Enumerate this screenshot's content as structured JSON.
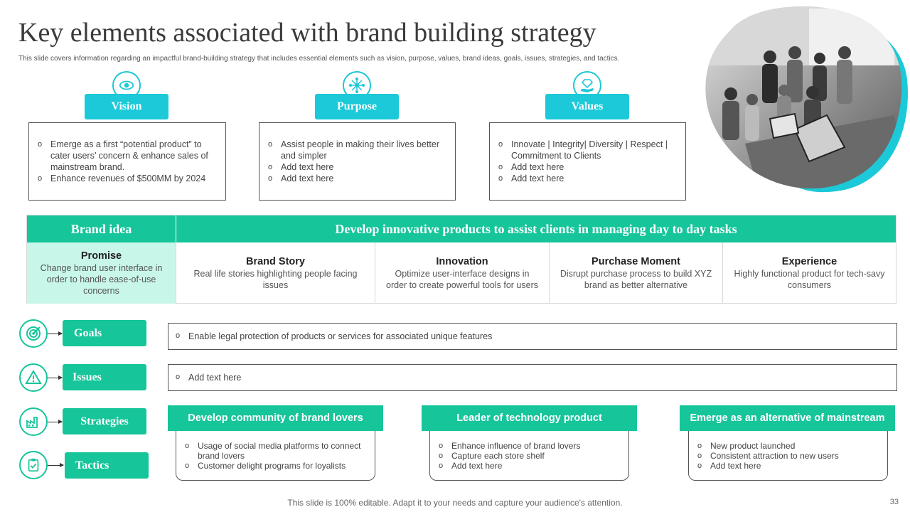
{
  "title": "Key elements associated with brand building strategy",
  "subtitle": "This slide covers information regarding an impactful brand-building strategy that includes essential elements such as vision, purpose, values, brand ideas, goals, issues, strategies, and tactics.",
  "colors": {
    "teal": "#16c59a",
    "cyan": "#1cc9d8",
    "promise_bg": "#c8f6e9"
  },
  "pillars": [
    {
      "label": "Vision",
      "icon": "eye-icon",
      "items": [
        "Emerge as a first “potential product” to cater users’ concern & enhance sales of mainstream brand.",
        "Enhance revenues  of $500MM by 2024"
      ]
    },
    {
      "label": "Purpose",
      "icon": "network-icon",
      "items": [
        "Assist people in making their lives better and simpler",
        "Add text here",
        "Add text here"
      ]
    },
    {
      "label": "Values",
      "icon": "hand-diamond-icon",
      "items": [
        "Innovate  | Integrity| Diversity  | Respect  |  Commitment to Clients",
        "Add text here",
        "Add text here"
      ]
    }
  ],
  "brand_idea": {
    "label": "Brand idea",
    "statement": "Develop innovative products to assist clients in managing day to day tasks",
    "cells": [
      {
        "heading": "Promise",
        "text": "Change brand user interface in order to handle ease-of-use concerns"
      },
      {
        "heading": "Brand Story",
        "text": "Real life stories highlighting people facing issues"
      },
      {
        "heading": "Innovation",
        "text": "Optimize user-interface designs in order to create powerful tools for users"
      },
      {
        "heading": "Purchase Moment",
        "text": "Disrupt purchase process to build XYZ brand as better alternative"
      },
      {
        "heading": "Experience",
        "text": "Highly functional product for tech-savy  consumers"
      }
    ]
  },
  "rows": {
    "goals": {
      "label": "Goals",
      "icon": "target-icon",
      "text": "Enable legal protection of products or services for associated unique features"
    },
    "issues": {
      "label": "Issues",
      "icon": "warning-icon",
      "text": "Add text here"
    },
    "strategies": {
      "label": "Strategies",
      "icon": "factory-icon"
    },
    "tactics": {
      "label": "Tactics",
      "icon": "clipboard-icon"
    }
  },
  "strategies": [
    {
      "heading": "Develop community of brand lovers",
      "items": [
        "Usage of social media platforms to connect brand lovers",
        "Customer delight programs for loyalists"
      ]
    },
    {
      "heading": "Leader of technology product",
      "items": [
        "Enhance influence of brand lovers",
        "Capture each store shelf",
        "Add text here"
      ]
    },
    {
      "heading": "Emerge as an alternative of mainstream",
      "items": [
        "New product launched",
        "Consistent attraction to new users",
        "Add text here"
      ]
    }
  ],
  "footer": "This slide is 100% editable. Adapt it to your needs and capture your audience's attention.",
  "page_number": "33"
}
